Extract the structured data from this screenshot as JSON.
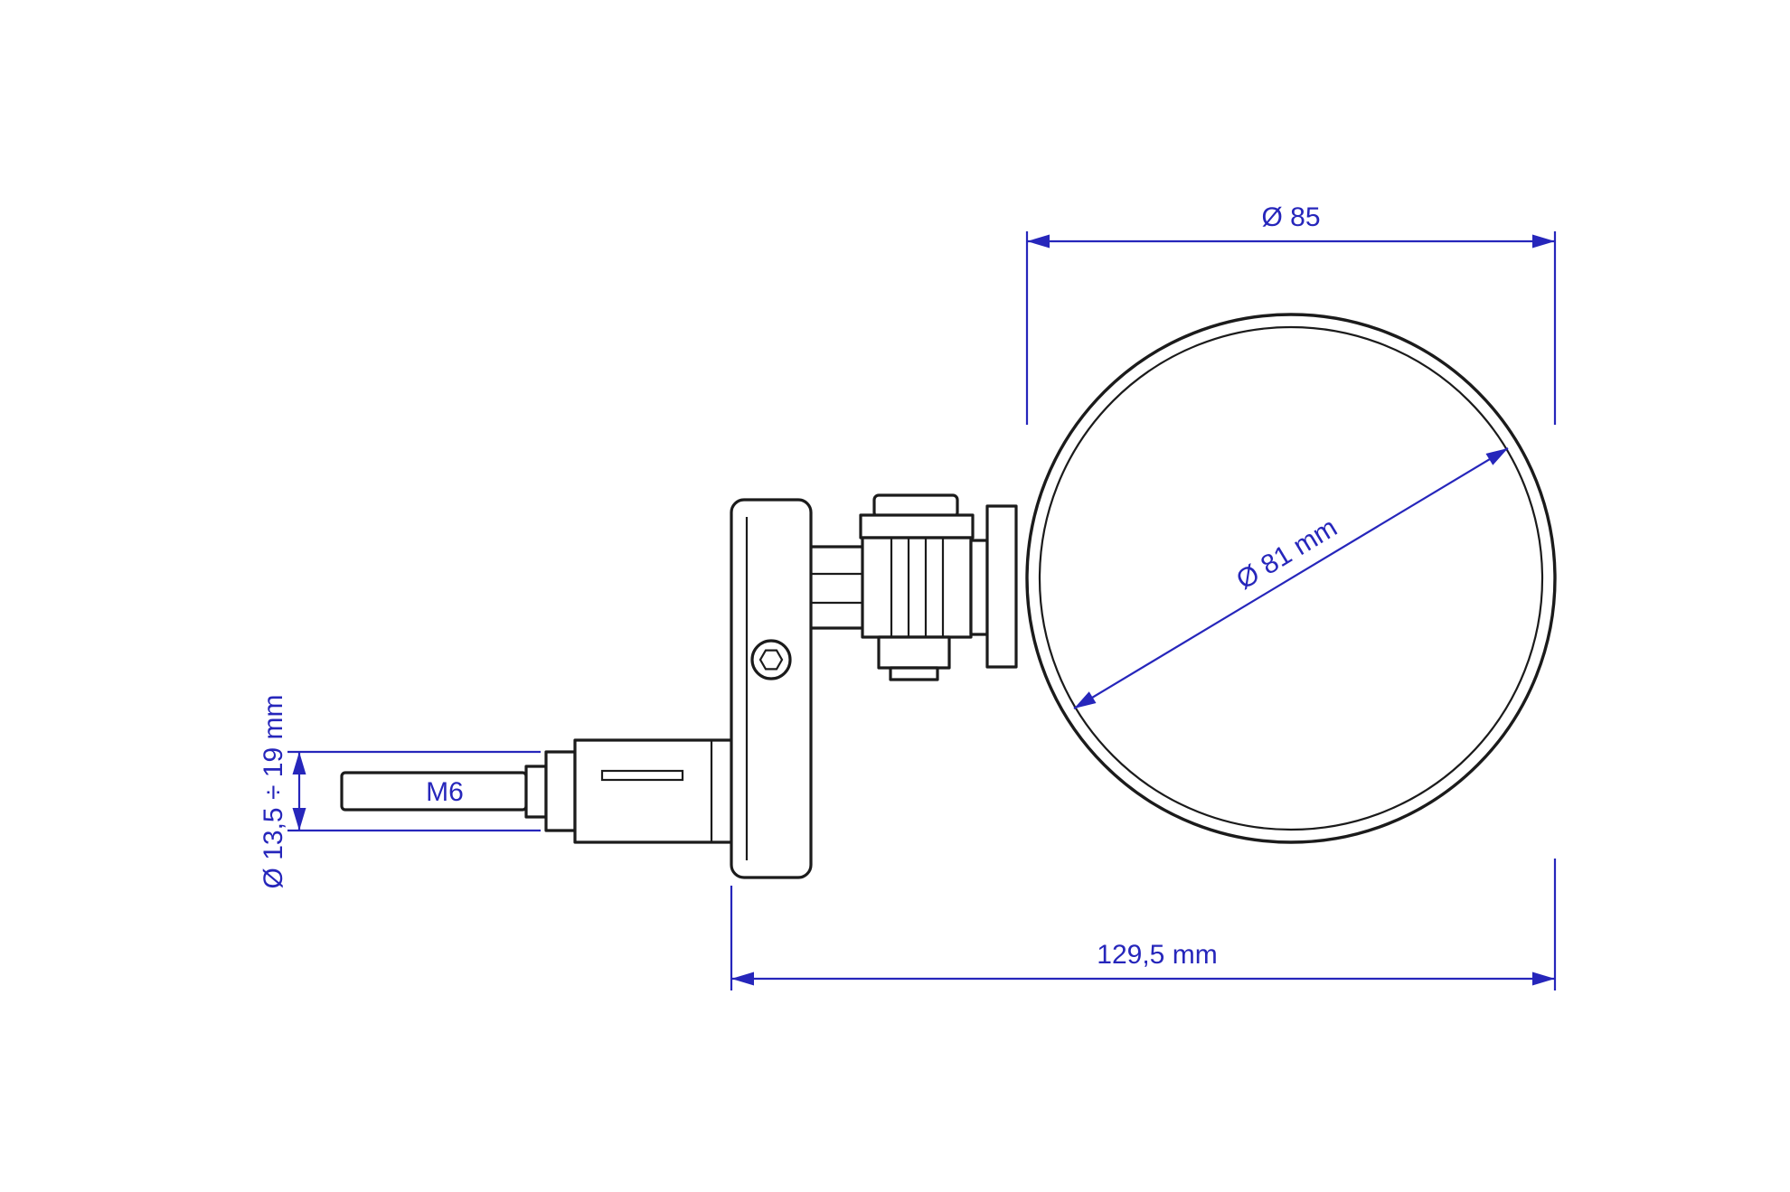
{
  "labels": {
    "diameter_outer": "Ø 85",
    "diameter_mirror": "Ø 81 mm",
    "overall_length": "129,5 mm",
    "stem_range": "Ø 13,5 ÷ 19 mm",
    "thread": "M6"
  },
  "colors": {
    "dimension": "#2626bb",
    "line_art": "#1b1b1b",
    "background": "#ffffff"
  }
}
